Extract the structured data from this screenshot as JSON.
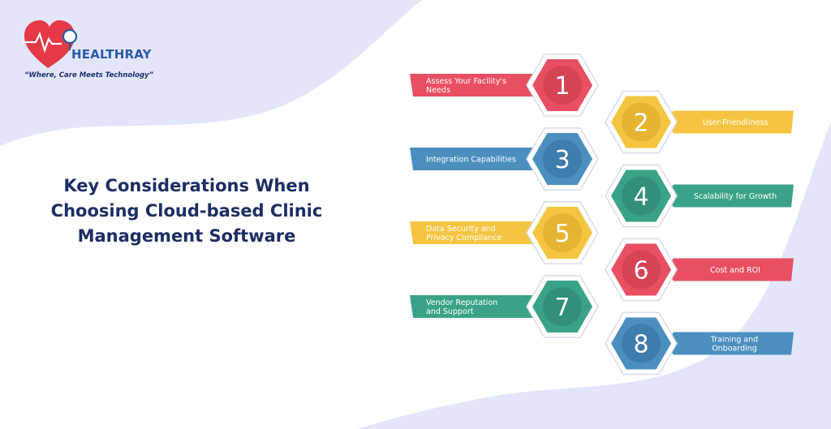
{
  "logo": {
    "brand": "HEALTHRAY",
    "tagline": "“Where, Care Meets Technology”"
  },
  "title": {
    "line1": "Key Considerations When",
    "line2": "Choosing Cloud-based Clinic",
    "line3": "Management Software"
  },
  "items": [
    {
      "number": "1",
      "lines": [
        "Assess Your Facility's",
        "Needs"
      ],
      "color": "#e94f63",
      "dark": "#c73b4e",
      "side": "left"
    },
    {
      "number": "2",
      "lines": [
        "User-Friendliness"
      ],
      "color": "#f5c542",
      "dark": "#d9a626",
      "side": "right"
    },
    {
      "number": "3",
      "lines": [
        "Integration Capabilities"
      ],
      "color": "#4b8fbf",
      "dark": "#346f9c",
      "side": "left"
    },
    {
      "number": "4",
      "lines": [
        "Scalability for Growth"
      ],
      "color": "#3aa387",
      "dark": "#2a826a",
      "side": "right"
    },
    {
      "number": "5",
      "lines": [
        "Data Security and",
        "Privacy Compliance"
      ],
      "color": "#f5c542",
      "dark": "#d9a626",
      "side": "left"
    },
    {
      "number": "6",
      "lines": [
        "Cost and ROI"
      ],
      "color": "#e94f63",
      "dark": "#c73b4e",
      "side": "right"
    },
    {
      "number": "7",
      "lines": [
        "Vendor Reputation",
        "and Support"
      ],
      "color": "#3aa387",
      "dark": "#2a826a",
      "side": "left"
    },
    {
      "number": "8",
      "lines": [
        "Training and",
        "Onboarding"
      ],
      "color": "#4b8fbf",
      "dark": "#346f9c",
      "side": "right"
    }
  ],
  "colors": {
    "background_shape": "#e3e6fa",
    "title": "#1c2e63",
    "heart": "#e53947",
    "brand": "#2a5ba8"
  }
}
